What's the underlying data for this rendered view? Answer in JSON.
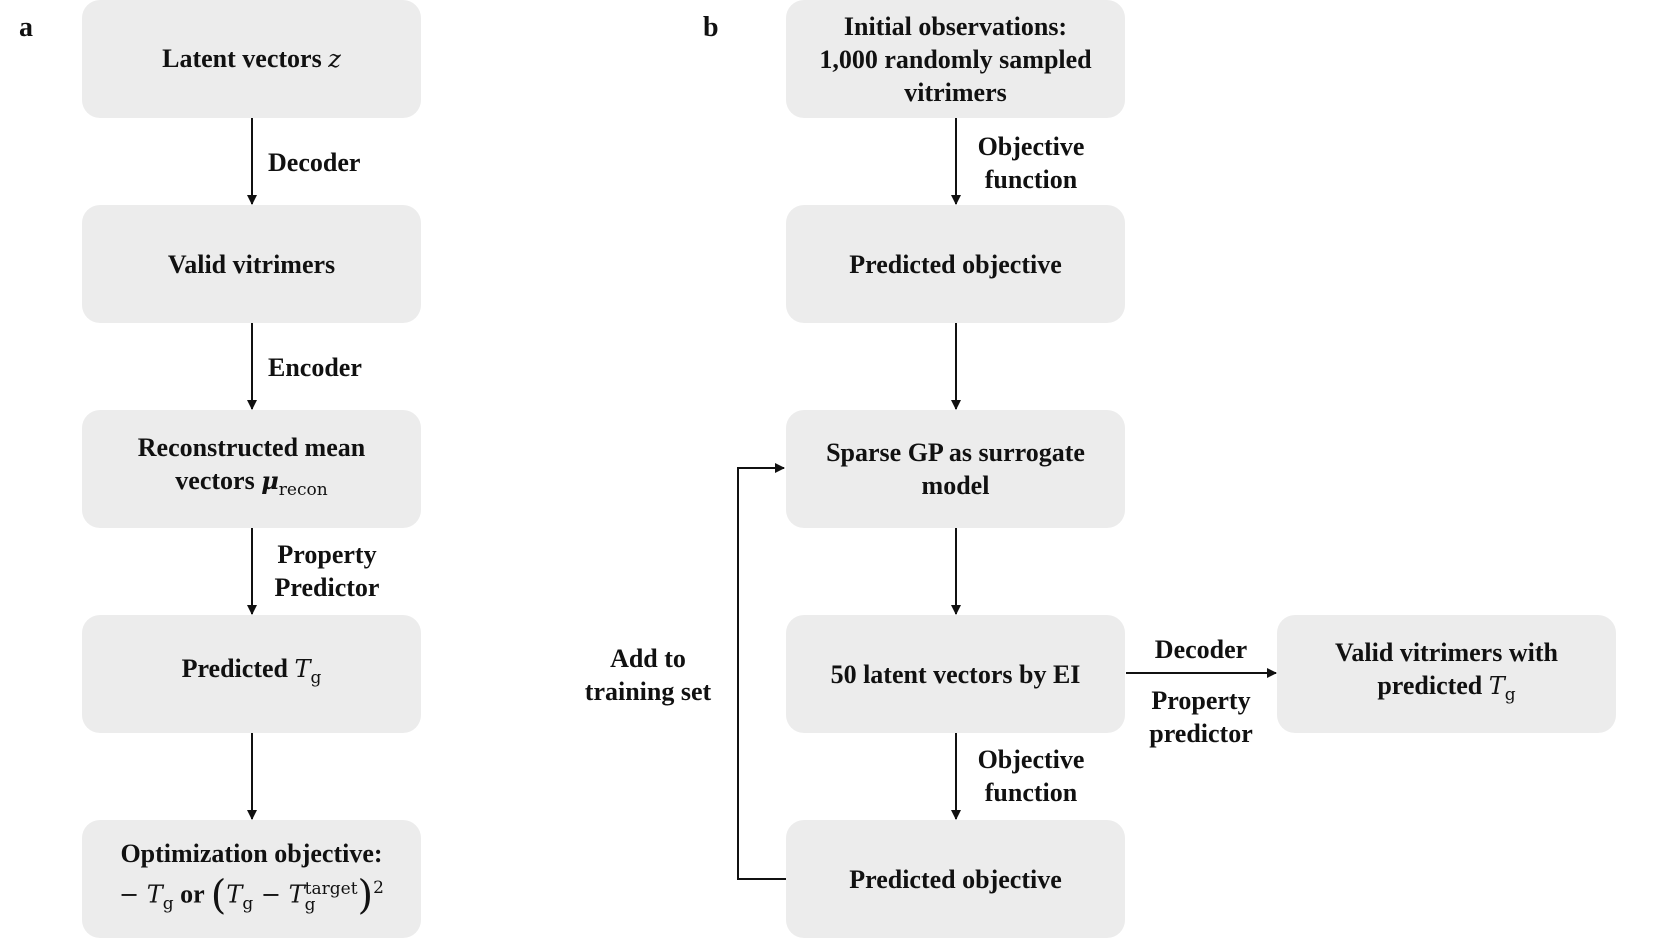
{
  "panels": {
    "a": "a",
    "b": "b"
  },
  "panel_a": {
    "box1": "Latent vectors ",
    "box1_var": "z",
    "box2": "Valid vitrimers",
    "box3_line1": "Reconstructed mean",
    "box3_line2": "vectors ",
    "box3_var": "μ",
    "box3_sub": "recon",
    "box4": "Predicted ",
    "box4_var": "T",
    "box4_sub": "g",
    "box5_line1": "Optimization objective:",
    "box5_minus": "− ",
    "box5_var": "T",
    "box5_sub": "g",
    "box5_or": " or ",
    "box5_lparen": "(",
    "box5_var2": "T",
    "box5_sub2": "g",
    "box5_minus2": " − ",
    "box5_var3": "T",
    "box5_sub3": "g",
    "box5_sup3": "target",
    "box5_rparen": ")",
    "box5_sup": "2",
    "arrow1": "Decoder",
    "arrow2": "Encoder",
    "arrow3_line1": "Property",
    "arrow3_line2": "Predictor"
  },
  "panel_b": {
    "box1_line1": "Initial observations:",
    "box1_line2": "1,000 randomly sampled",
    "box1_line3": "vitrimers",
    "box2": "Predicted objective",
    "box3_line1": "Sparse GP as surrogate",
    "box3_line2": "model",
    "box4": "50 latent vectors by EI",
    "box5": "Predicted objective",
    "box6_line1": "Valid vitrimers with",
    "box6_line2": "predicted ",
    "box6_var": "T",
    "box6_sub": "g",
    "arrow1_line1": "Objective",
    "arrow1_line2": "function",
    "arrow4_line1": "Objective",
    "arrow4_line2": "function",
    "side_top": "Decoder",
    "side_bottom_line1": "Property",
    "side_bottom_line2": "predictor",
    "loop_line1": "Add to",
    "loop_line2": "training set"
  }
}
